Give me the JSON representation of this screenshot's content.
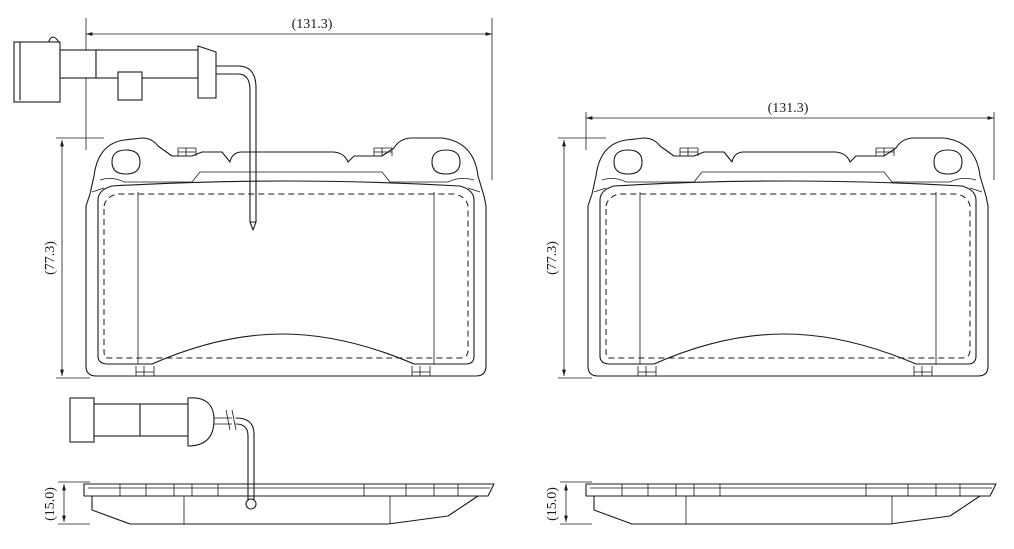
{
  "dimensions": {
    "width": "(131.3)",
    "height": "(77.3)",
    "thickness": "(15.0)"
  },
  "colors": {
    "line": "#1a1a1a",
    "background": "#ffffff"
  }
}
